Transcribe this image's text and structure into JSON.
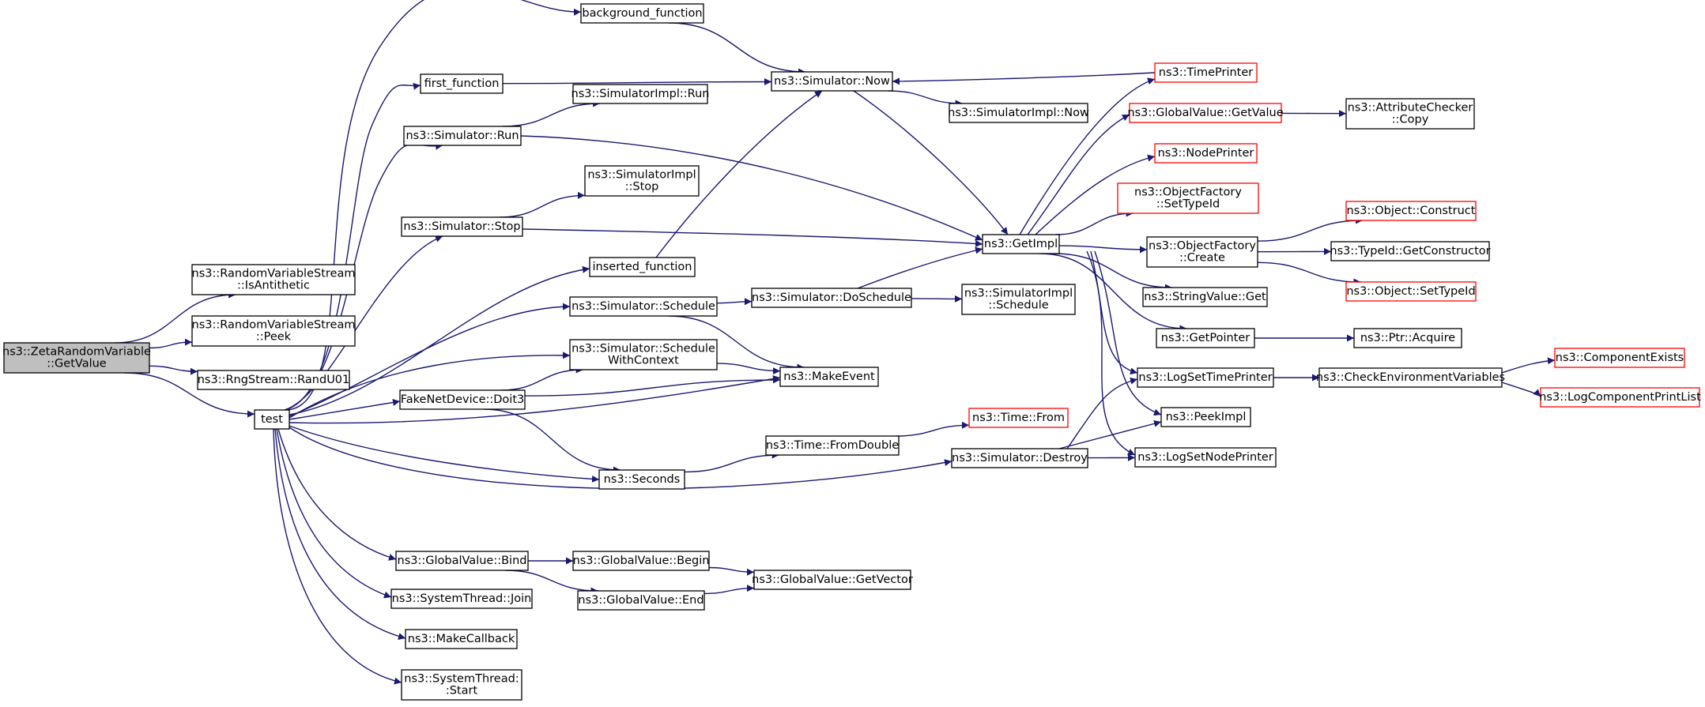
{
  "diagram": {
    "root": "root",
    "nodes": [
      {
        "id": "root",
        "lines": [
          "ns3::ZetaRandomVariable",
          "::GetValue"
        ],
        "style": "root"
      },
      {
        "id": "isAntithetic",
        "lines": [
          "ns3::RandomVariableStream",
          "::IsAntithetic"
        ],
        "style": "normal"
      },
      {
        "id": "peek",
        "lines": [
          "ns3::RandomVariableStream",
          "::Peek"
        ],
        "style": "normal"
      },
      {
        "id": "randU01",
        "lines": [
          "ns3::RngStream::RandU01"
        ],
        "style": "normal"
      },
      {
        "id": "test",
        "lines": [
          "test"
        ],
        "style": "normal"
      },
      {
        "id": "background_function",
        "lines": [
          "background_function"
        ],
        "style": "normal"
      },
      {
        "id": "first_function",
        "lines": [
          "first_function"
        ],
        "style": "normal"
      },
      {
        "id": "simRun",
        "lines": [
          "ns3::Simulator::Run"
        ],
        "style": "normal"
      },
      {
        "id": "simStop",
        "lines": [
          "ns3::Simulator::Stop"
        ],
        "style": "normal"
      },
      {
        "id": "inserted_function",
        "lines": [
          "inserted_function"
        ],
        "style": "normal"
      },
      {
        "id": "simSchedule",
        "lines": [
          "ns3::Simulator::Schedule"
        ],
        "style": "normal"
      },
      {
        "id": "simScheduleWithContext",
        "lines": [
          "ns3::Simulator::Schedule",
          "WithContext"
        ],
        "style": "normal"
      },
      {
        "id": "doit3",
        "lines": [
          "FakeNetDevice::Doit3"
        ],
        "style": "normal"
      },
      {
        "id": "seconds",
        "lines": [
          "ns3::Seconds"
        ],
        "style": "normal"
      },
      {
        "id": "gvBind",
        "lines": [
          "ns3::GlobalValue::Bind"
        ],
        "style": "normal"
      },
      {
        "id": "stJoin",
        "lines": [
          "ns3::SystemThread::Join"
        ],
        "style": "normal"
      },
      {
        "id": "makeCallback",
        "lines": [
          "ns3::MakeCallback"
        ],
        "style": "normal"
      },
      {
        "id": "stStart",
        "lines": [
          "ns3::SystemThread:",
          ":Start"
        ],
        "style": "normal"
      },
      {
        "id": "simNow",
        "lines": [
          "ns3::Simulator::Now"
        ],
        "style": "normal"
      },
      {
        "id": "simImplRun",
        "lines": [
          "ns3::SimulatorImpl::Run"
        ],
        "style": "normal"
      },
      {
        "id": "simImplStop",
        "lines": [
          "ns3::SimulatorImpl",
          "::Stop"
        ],
        "style": "normal"
      },
      {
        "id": "simImplNow",
        "lines": [
          "ns3::SimulatorImpl::Now"
        ],
        "style": "normal"
      },
      {
        "id": "getImpl",
        "lines": [
          "ns3::GetImpl"
        ],
        "style": "normal"
      },
      {
        "id": "doSchedule",
        "lines": [
          "ns3::Simulator::DoSchedule"
        ],
        "style": "normal"
      },
      {
        "id": "simImplSchedule",
        "lines": [
          "ns3::SimulatorImpl",
          "::Schedule"
        ],
        "style": "normal"
      },
      {
        "id": "makeEvent",
        "lines": [
          "ns3::MakeEvent"
        ],
        "style": "normal"
      },
      {
        "id": "timeFromDouble",
        "lines": [
          "ns3::Time::FromDouble"
        ],
        "style": "normal"
      },
      {
        "id": "timeFrom",
        "lines": [
          "ns3::Time::From"
        ],
        "style": "red"
      },
      {
        "id": "simDestroy",
        "lines": [
          "ns3::Simulator::Destroy"
        ],
        "style": "normal"
      },
      {
        "id": "gvBegin",
        "lines": [
          "ns3::GlobalValue::Begin"
        ],
        "style": "normal"
      },
      {
        "id": "gvEnd",
        "lines": [
          "ns3::GlobalValue::End"
        ],
        "style": "normal"
      },
      {
        "id": "gvGetVector",
        "lines": [
          "ns3::GlobalValue::GetVector"
        ],
        "style": "normal"
      },
      {
        "id": "timePrinter",
        "lines": [
          "ns3::TimePrinter"
        ],
        "style": "red"
      },
      {
        "id": "gvGetValue",
        "lines": [
          "ns3::GlobalValue::GetValue"
        ],
        "style": "red"
      },
      {
        "id": "nodePrinter",
        "lines": [
          "ns3::NodePrinter"
        ],
        "style": "red"
      },
      {
        "id": "ofSetTypeId",
        "lines": [
          "ns3::ObjectFactory",
          "::SetTypeId"
        ],
        "style": "red"
      },
      {
        "id": "ofCreate",
        "lines": [
          "ns3::ObjectFactory",
          "::Create"
        ],
        "style": "normal"
      },
      {
        "id": "svGet",
        "lines": [
          "ns3::StringValue::Get"
        ],
        "style": "normal"
      },
      {
        "id": "getPointer",
        "lines": [
          "ns3::GetPointer"
        ],
        "style": "normal"
      },
      {
        "id": "logSetTimePrinter",
        "lines": [
          "ns3::LogSetTimePrinter"
        ],
        "style": "normal"
      },
      {
        "id": "peekImpl",
        "lines": [
          "ns3::PeekImpl"
        ],
        "style": "normal"
      },
      {
        "id": "logSetNodePrinter",
        "lines": [
          "ns3::LogSetNodePrinter"
        ],
        "style": "normal"
      },
      {
        "id": "acCopy",
        "lines": [
          "ns3::AttributeChecker",
          "::Copy"
        ],
        "style": "normal"
      },
      {
        "id": "objConstruct",
        "lines": [
          "ns3::Object::Construct"
        ],
        "style": "red"
      },
      {
        "id": "tidGetConstructor",
        "lines": [
          "ns3::TypeId::GetConstructor"
        ],
        "style": "normal"
      },
      {
        "id": "objSetTypeId",
        "lines": [
          "ns3::Object::SetTypeId"
        ],
        "style": "red"
      },
      {
        "id": "ptrAcquire",
        "lines": [
          "ns3::Ptr::Acquire"
        ],
        "style": "normal"
      },
      {
        "id": "checkEnv",
        "lines": [
          "ns3::CheckEnvironmentVariables"
        ],
        "style": "normal"
      },
      {
        "id": "componentExists",
        "lines": [
          "ns3::ComponentExists"
        ],
        "style": "red"
      },
      {
        "id": "logCompPrintList",
        "lines": [
          "ns3::LogComponentPrintList"
        ],
        "style": "red"
      }
    ],
    "edges": [
      {
        "from": "root",
        "to": "isAntithetic"
      },
      {
        "from": "root",
        "to": "peek"
      },
      {
        "from": "root",
        "to": "randU01"
      },
      {
        "from": "root",
        "to": "test"
      },
      {
        "from": "test",
        "to": "background_function"
      },
      {
        "from": "test",
        "to": "first_function"
      },
      {
        "from": "test",
        "to": "simRun"
      },
      {
        "from": "test",
        "to": "simStop"
      },
      {
        "from": "test",
        "to": "inserted_function"
      },
      {
        "from": "test",
        "to": "simSchedule"
      },
      {
        "from": "test",
        "to": "simScheduleWithContext"
      },
      {
        "from": "test",
        "to": "doit3"
      },
      {
        "from": "test",
        "to": "makeEvent"
      },
      {
        "from": "test",
        "to": "seconds"
      },
      {
        "from": "test",
        "to": "simDestroy"
      },
      {
        "from": "test",
        "to": "gvBind"
      },
      {
        "from": "test",
        "to": "stJoin"
      },
      {
        "from": "test",
        "to": "makeCallback"
      },
      {
        "from": "test",
        "to": "stStart"
      },
      {
        "from": "background_function",
        "to": "simNow"
      },
      {
        "from": "first_function",
        "to": "simNow"
      },
      {
        "from": "simRun",
        "to": "simImplRun"
      },
      {
        "from": "simRun",
        "to": "getImpl"
      },
      {
        "from": "simStop",
        "to": "simImplStop"
      },
      {
        "from": "simStop",
        "to": "getImpl"
      },
      {
        "from": "inserted_function",
        "to": "simNow"
      },
      {
        "from": "simSchedule",
        "to": "doSchedule"
      },
      {
        "from": "simSchedule",
        "to": "makeEvent"
      },
      {
        "from": "simScheduleWithContext",
        "to": "makeEvent"
      },
      {
        "from": "doit3",
        "to": "simScheduleWithContext"
      },
      {
        "from": "doit3",
        "to": "makeEvent"
      },
      {
        "from": "doit3",
        "to": "seconds"
      },
      {
        "from": "seconds",
        "to": "timeFromDouble"
      },
      {
        "from": "gvBind",
        "to": "gvBegin"
      },
      {
        "from": "gvBind",
        "to": "gvEnd"
      },
      {
        "from": "gvBegin",
        "to": "gvGetVector"
      },
      {
        "from": "gvEnd",
        "to": "gvGetVector"
      },
      {
        "from": "simNow",
        "to": "simImplNow"
      },
      {
        "from": "simNow",
        "to": "getImpl"
      },
      {
        "from": "timePrinter",
        "to": "simNow"
      },
      {
        "from": "doSchedule",
        "to": "getImpl"
      },
      {
        "from": "doSchedule",
        "to": "simImplSchedule"
      },
      {
        "from": "timeFromDouble",
        "to": "timeFrom"
      },
      {
        "from": "simDestroy",
        "to": "logSetTimePrinter"
      },
      {
        "from": "simDestroy",
        "to": "peekImpl"
      },
      {
        "from": "simDestroy",
        "to": "logSetNodePrinter"
      },
      {
        "from": "getImpl",
        "to": "timePrinter"
      },
      {
        "from": "getImpl",
        "to": "gvGetValue"
      },
      {
        "from": "getImpl",
        "to": "nodePrinter"
      },
      {
        "from": "getImpl",
        "to": "ofSetTypeId"
      },
      {
        "from": "getImpl",
        "to": "ofCreate"
      },
      {
        "from": "getImpl",
        "to": "svGet"
      },
      {
        "from": "getImpl",
        "to": "getPointer"
      },
      {
        "from": "getImpl",
        "to": "logSetTimePrinter"
      },
      {
        "from": "getImpl",
        "to": "peekImpl"
      },
      {
        "from": "getImpl",
        "to": "logSetNodePrinter"
      },
      {
        "from": "gvGetValue",
        "to": "acCopy"
      },
      {
        "from": "ofCreate",
        "to": "objConstruct"
      },
      {
        "from": "ofCreate",
        "to": "tidGetConstructor"
      },
      {
        "from": "ofCreate",
        "to": "objSetTypeId"
      },
      {
        "from": "getPointer",
        "to": "ptrAcquire"
      },
      {
        "from": "logSetTimePrinter",
        "to": "checkEnv"
      },
      {
        "from": "checkEnv",
        "to": "componentExists"
      },
      {
        "from": "checkEnv",
        "to": "logCompPrintList"
      }
    ]
  },
  "colors": {
    "edge": "#191970",
    "node_border": "#000000",
    "red_border": "#ff0000",
    "root_fill": "#bfbfbf",
    "node_fill": "#ffffff",
    "text": "#000000"
  }
}
